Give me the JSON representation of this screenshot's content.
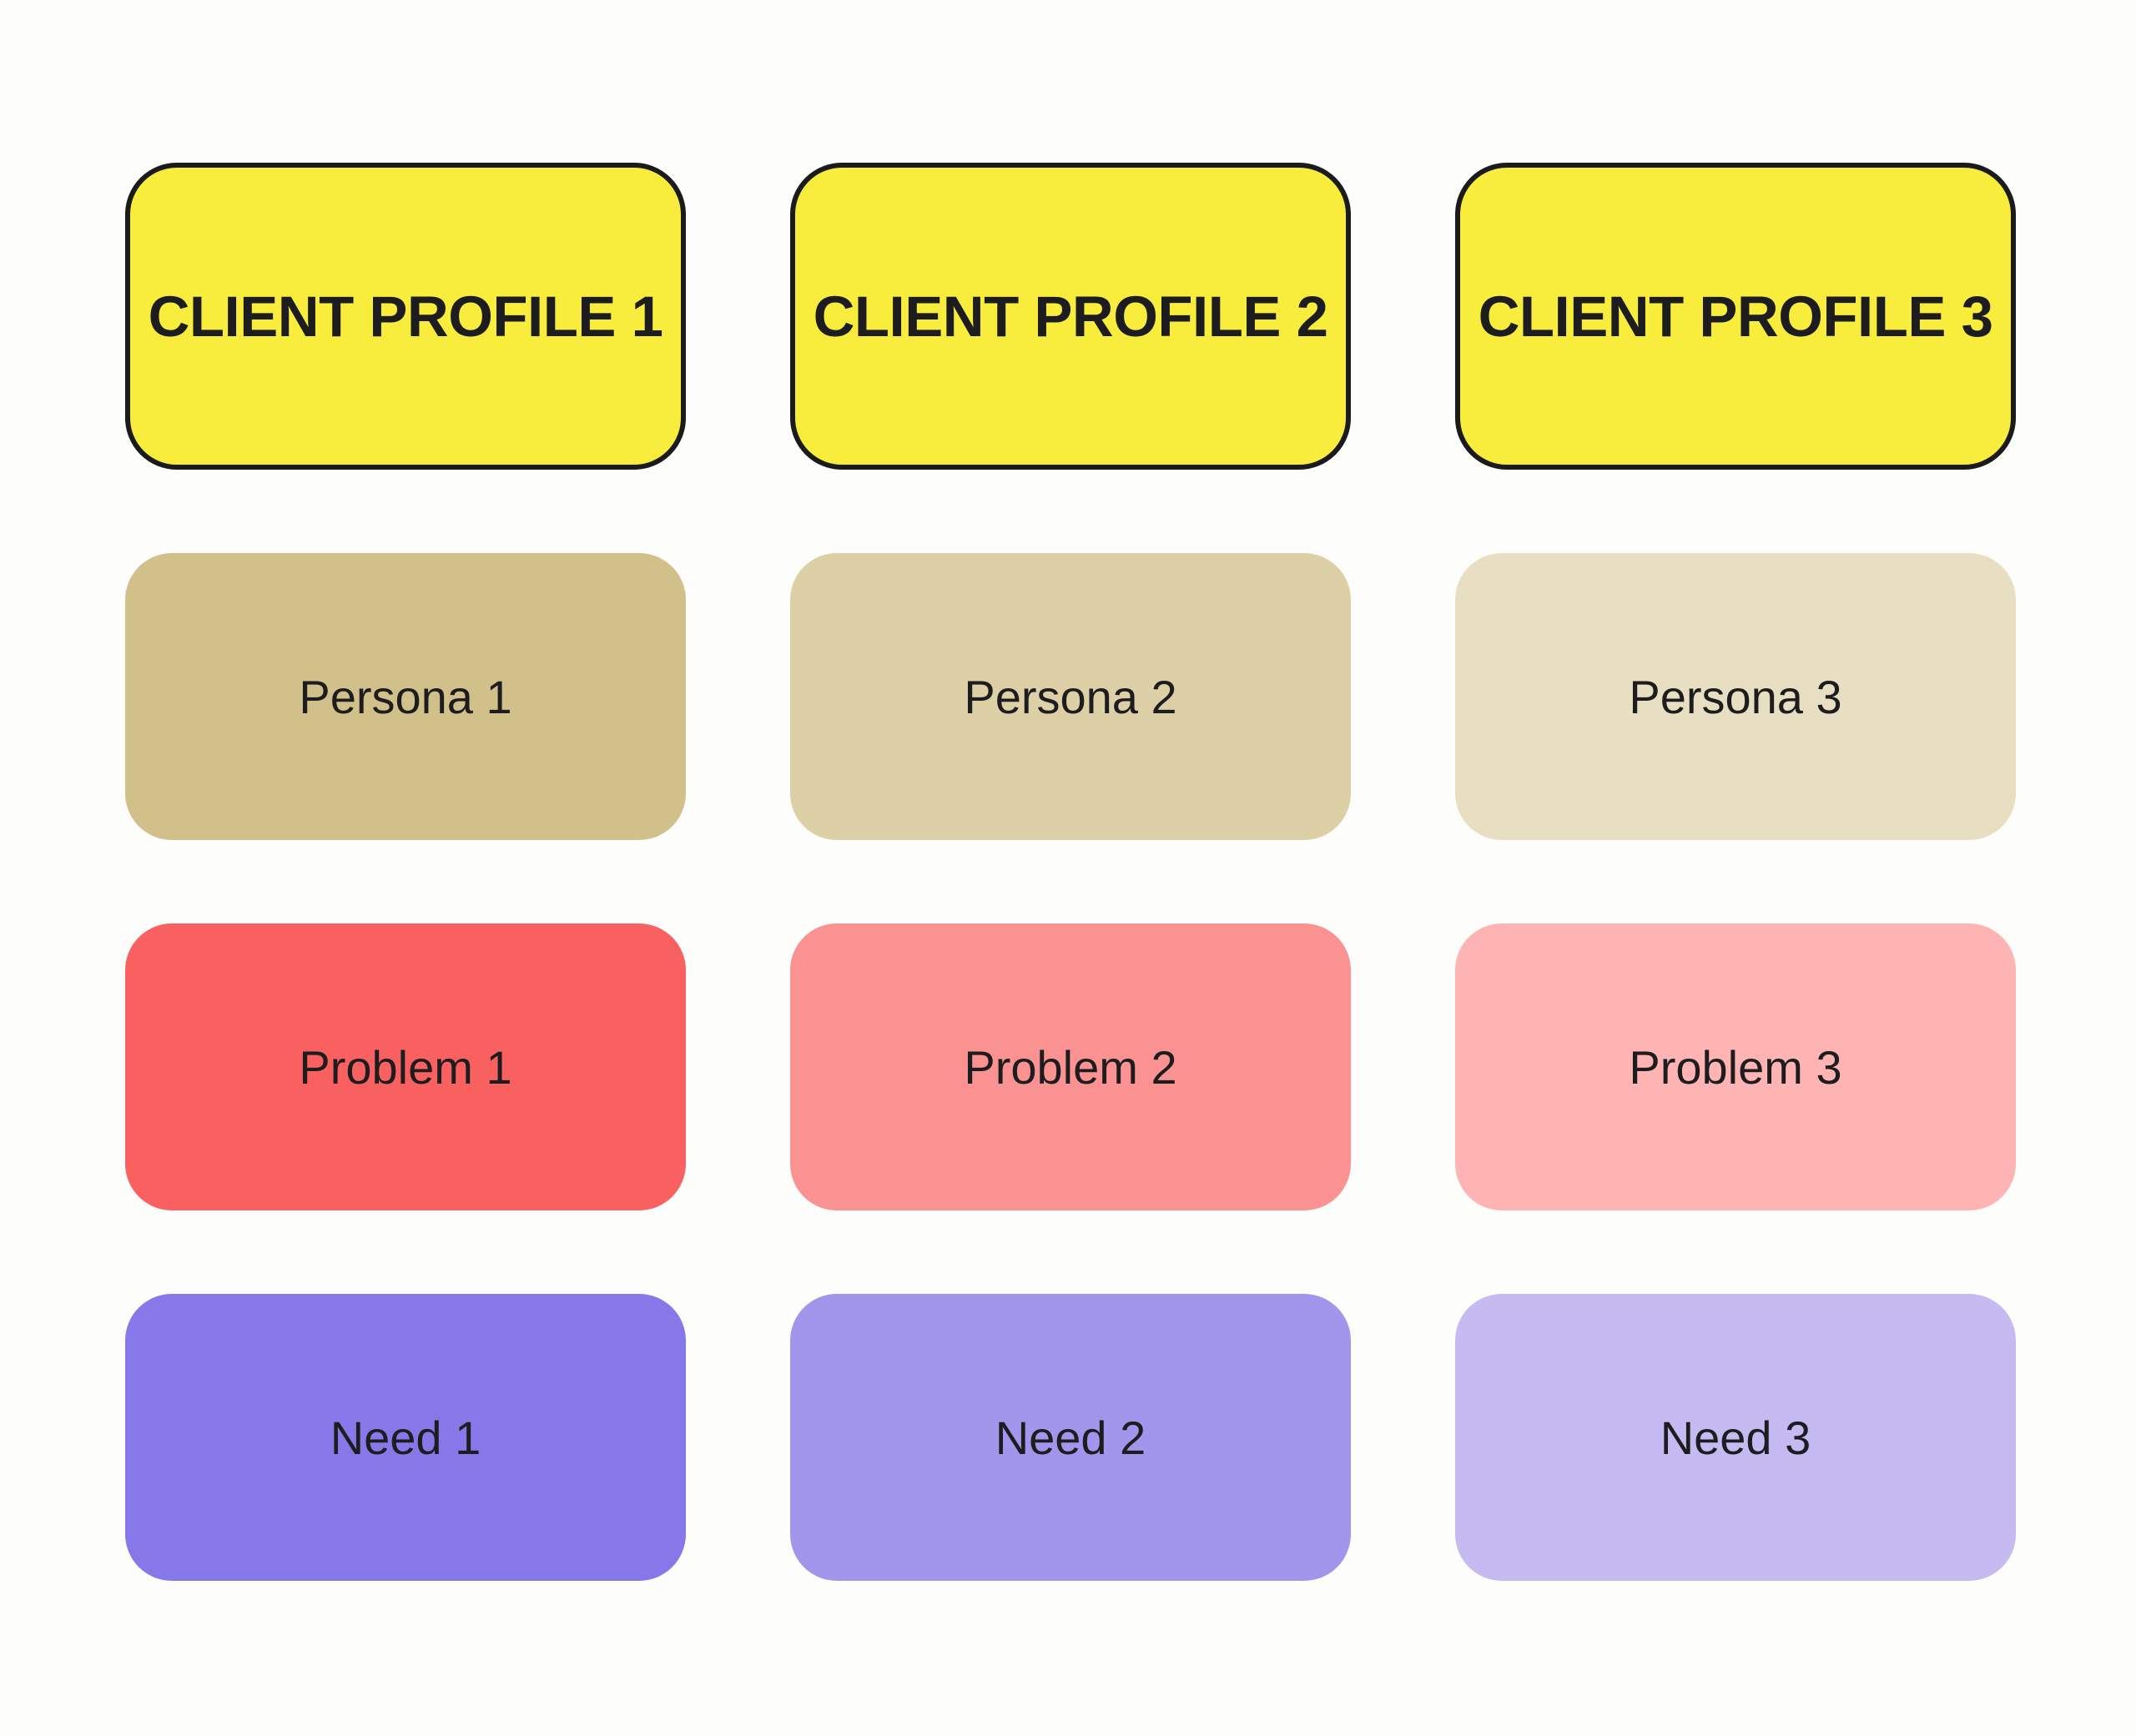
{
  "page": {
    "background": "#FDFDFB"
  },
  "diagram": {
    "text_color": "#1D1D1F",
    "columns": [
      {
        "header": {
          "label": "CLIENT PROFILE 1",
          "fill": "#F8ED3C",
          "border": "#1B1B1B"
        },
        "cells": [
          {
            "label": "Persona 1",
            "fill": "#D2C08B"
          },
          {
            "label": "Problem 1",
            "fill": "#F96161"
          },
          {
            "label": "Need 1",
            "fill": "#8778E9"
          }
        ]
      },
      {
        "header": {
          "label": "CLIENT PROFILE 2",
          "fill": "#F8ED3C",
          "border": "#1B1B1B"
        },
        "cells": [
          {
            "label": "Persona 2",
            "fill": "#DDCFA6"
          },
          {
            "label": "Problem 2",
            "fill": "#FB9292"
          },
          {
            "label": "Need 2",
            "fill": "#A295EC"
          }
        ]
      },
      {
        "header": {
          "label": "CLIENT PROFILE 3",
          "fill": "#F8ED3C",
          "border": "#1B1B1B"
        },
        "cells": [
          {
            "label": "Persona 3",
            "fill": "#E8DFC2"
          },
          {
            "label": "Problem 3",
            "fill": "#FFB4B4"
          },
          {
            "label": "Need 3",
            "fill": "#C5BBF2"
          }
        ]
      }
    ]
  }
}
